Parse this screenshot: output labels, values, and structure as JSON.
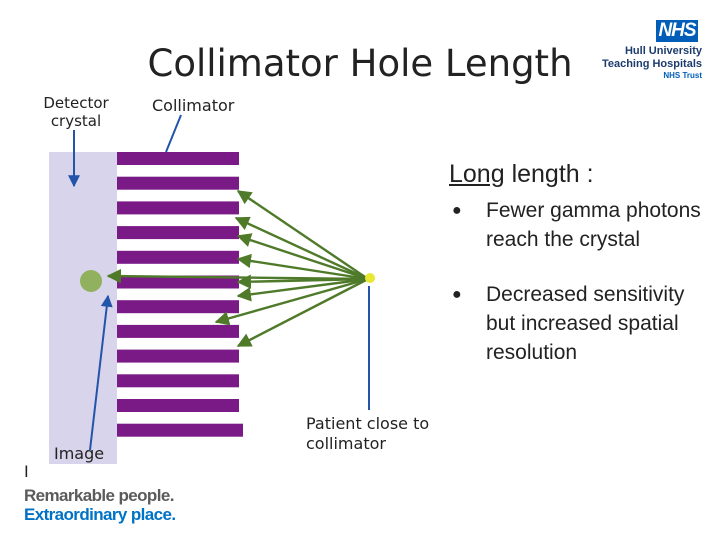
{
  "title": "Collimator Hole Length",
  "labels": {
    "detector_crystal": "Detector crystal",
    "collimator": "Collimator",
    "image": "Image",
    "patient": "Patient close to collimator",
    "cursor": "I"
  },
  "heading": {
    "underlined": "Long",
    "rest": " length :"
  },
  "bullets": [
    "Fewer gamma photons reach the crystal",
    "Decreased sensitivity but increased spatial resolution"
  ],
  "bullet_glyph": "●",
  "logo": {
    "badge": "NHS",
    "line1": "Hull University",
    "line2": "Teaching Hospitals",
    "line3": "NHS Trust"
  },
  "slogan": {
    "line1": "Remarkable people.",
    "line2": "Extraordinary place."
  },
  "colors": {
    "crystal": "#d8d4ec",
    "septa": "#7a1a86",
    "ray": "#4e7a2a",
    "pointer": "#2255aa",
    "image_dot": "#92b15e",
    "source_dot": "#e8e832",
    "nhs_blue": "#005eb8"
  },
  "icons": {
    "septa_count": 12
  }
}
